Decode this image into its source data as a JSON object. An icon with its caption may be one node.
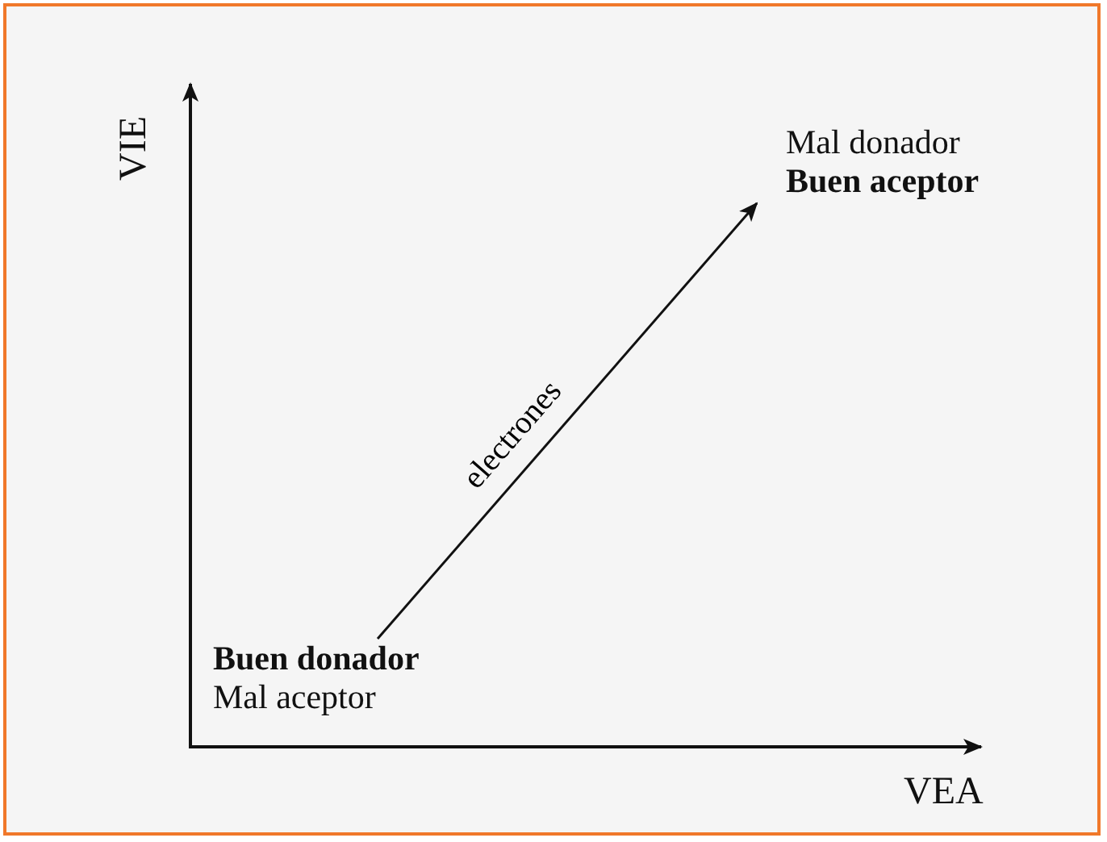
{
  "diagram": {
    "nodes": [
      {
        "text": [
          "Buen donador",
          "Mal aceptor"
        ]
      },
      {
        "text": [
          "Mal donador",
          "Buen aceptor"
        ]
      }
    ],
    "edges": [
      {
        "from": 0,
        "to": 1,
        "arrow": "to",
        "label": "electrones"
      }
    ],
    "labels": [
      "VIE",
      "VEA"
    ]
  }
}
